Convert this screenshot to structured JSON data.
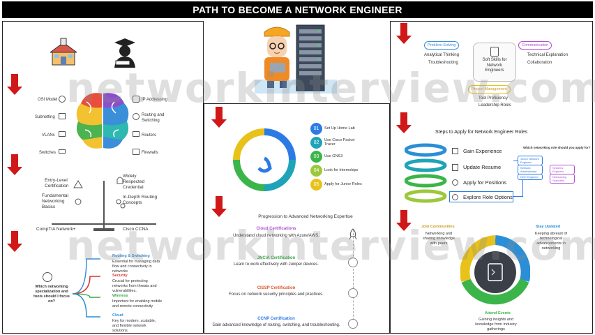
{
  "title": "PATH TO BECOME A NETWORK ENGINEER",
  "watermark": "networkinterview.com",
  "left": {
    "brain_left": [
      "OSI Model",
      "Subnetting",
      "VLANs",
      "Switches"
    ],
    "brain_right": [
      "IP Addressing",
      "Routing and Switching",
      "Routers",
      "Firewalls"
    ],
    "scale_left_top": "Entry-Level Certification",
    "scale_left_bottom": "Fundamental Networking Basics",
    "scale_right_top": "Widely Respected Credential",
    "scale_right_bottom": "In-Depth Routing Concepts",
    "scale_left_label": "CompTIA Network+",
    "scale_right_label": "Cisco CCNA",
    "question": "Which networking specialization and tools should I focus on?",
    "specs": [
      {
        "title": "Routing & Switching",
        "desc": "Essential for managing data flow and connectivity in networks",
        "color": "#3a8fd8"
      },
      {
        "title": "Security",
        "desc": "Crucial for protecting networks from threats and vulnerabilities.",
        "color": "#d9342b"
      },
      {
        "title": "Wireless",
        "desc": "Important for enabling mobile and remote connectivity",
        "color": "#3aa84a"
      },
      {
        "title": "Cloud",
        "desc": "Key for modern, scalable, and flexible network solutions.",
        "color": "#2c8ed6"
      }
    ]
  },
  "mid": {
    "steps": [
      {
        "num": "01",
        "label": "Set Up Home Lab",
        "color": "#2c7be5"
      },
      {
        "num": "02",
        "label": "Use Cisco Packet Tracer",
        "color": "#1fa3b8"
      },
      {
        "num": "03",
        "label": "Use GNS3",
        "color": "#3bb54a"
      },
      {
        "num": "04",
        "label": "Look for Internships",
        "color": "#9cc83c"
      },
      {
        "num": "05",
        "label": "Apply for Junior Roles",
        "color": "#e8c21b"
      }
    ],
    "progression_title": "Progression to Advanced Networking Expertise",
    "certs": [
      {
        "title": "Cloud Certifications",
        "desc": "Understand cloud networking with Azure/AWS.",
        "color": "#b04fd0"
      },
      {
        "title": "JNCIA Certification",
        "desc": "Learn to work effectively with Juniper devices.",
        "color": "#3aa84a"
      },
      {
        "title": "CISSP Certification",
        "desc": "Focus on network security principles and practices.",
        "color": "#e0572b"
      },
      {
        "title": "CCNP Certification",
        "desc": "Gain advanced knowledge of routing, switching, and troubleshooting.",
        "color": "#2c7be5"
      }
    ]
  },
  "right": {
    "soft_center": "Soft Skills for Network Engineers",
    "problem_solving": "Problem-Solving",
    "problem_items": [
      "Analytical Thinking",
      "Troubleshooting"
    ],
    "communication": "Communication",
    "communication_items": [
      "Technical Explanation",
      "Collaboration"
    ],
    "project_mgmt": "Project Management",
    "project_items": [
      "Tool Proficiency",
      "Leadership Roles"
    ],
    "steps_title": "Steps to Apply for Network Engineer Roles",
    "apply_steps": [
      "Gain Experience",
      "Update Resume",
      "Apply for Positions",
      "Explore Role Options"
    ],
    "role_question": "Which networking role should you apply for?",
    "roles": [
      "Junior Network Engineer",
      "Network Administrator",
      "NOC Engineer",
      "Systems Engineer",
      "Networking Specialist"
    ],
    "cycle": [
      {
        "title": "Join Communities",
        "desc": "Networking and sharing knowledge with peers",
        "color": "#e8c21b"
      },
      {
        "title": "Stay Updated",
        "desc": "Keeping abreast of technological advancements in networking",
        "color": "#2c8ed6"
      },
      {
        "title": "Attend Events",
        "desc": "Gaining insights and knowledge from industry gatherings",
        "color": "#3bb54a"
      }
    ]
  }
}
